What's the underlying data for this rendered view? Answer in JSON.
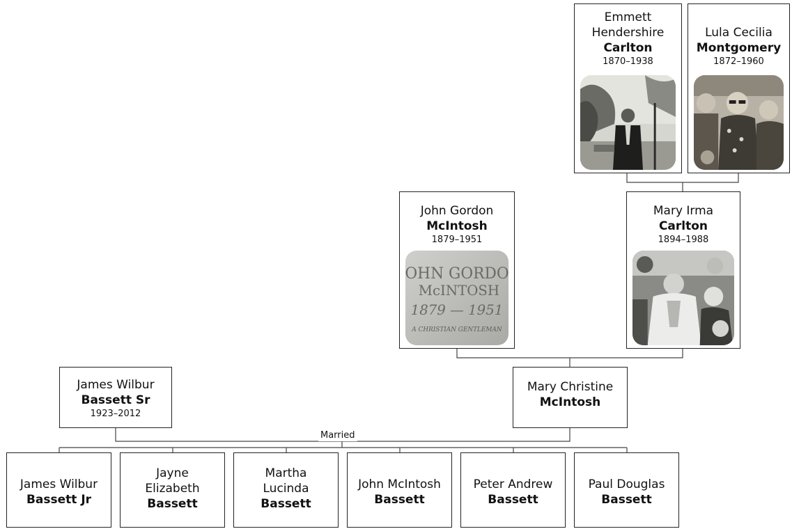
{
  "marriage_label": "Married",
  "people": {
    "emmett": {
      "given": "Emmett Hendershire",
      "surname": "Carlton",
      "dates": "1870–1938"
    },
    "lula": {
      "given": "Lula Cecilia",
      "surname": "Montgomery",
      "dates": "1872–1960"
    },
    "john_gordon": {
      "given": "John Gordon",
      "surname": "McIntosh",
      "dates": "1879–1951"
    },
    "mary_irma": {
      "given": "Mary Irma",
      "surname": "Carlton",
      "dates": "1894–1988"
    },
    "james_sr": {
      "given": "James Wilbur",
      "surname": "Bassett Sr",
      "dates": "1923–2012"
    },
    "mary_christine": {
      "given": "Mary Christine",
      "surname": "McIntosh"
    },
    "james_jr": {
      "given": "James Wilbur",
      "surname": "Bassett Jr"
    },
    "jayne": {
      "given": "Jayne Elizabeth",
      "surname": "Bassett"
    },
    "martha": {
      "given": "Martha Lucinda",
      "surname": "Bassett"
    },
    "john_mcintosh": {
      "given": "John McIntosh",
      "surname": "Bassett"
    },
    "peter": {
      "given": "Peter Andrew",
      "surname": "Bassett"
    },
    "paul": {
      "given": "Paul Douglas",
      "surname": "Bassett"
    }
  },
  "photos": {
    "john_gordon_headstone": {
      "line1": "OHN GORDO",
      "line2": "McINTOSH",
      "line3": "1879 — 1951",
      "line4": "A CHRISTIAN GENTLEMAN"
    }
  }
}
